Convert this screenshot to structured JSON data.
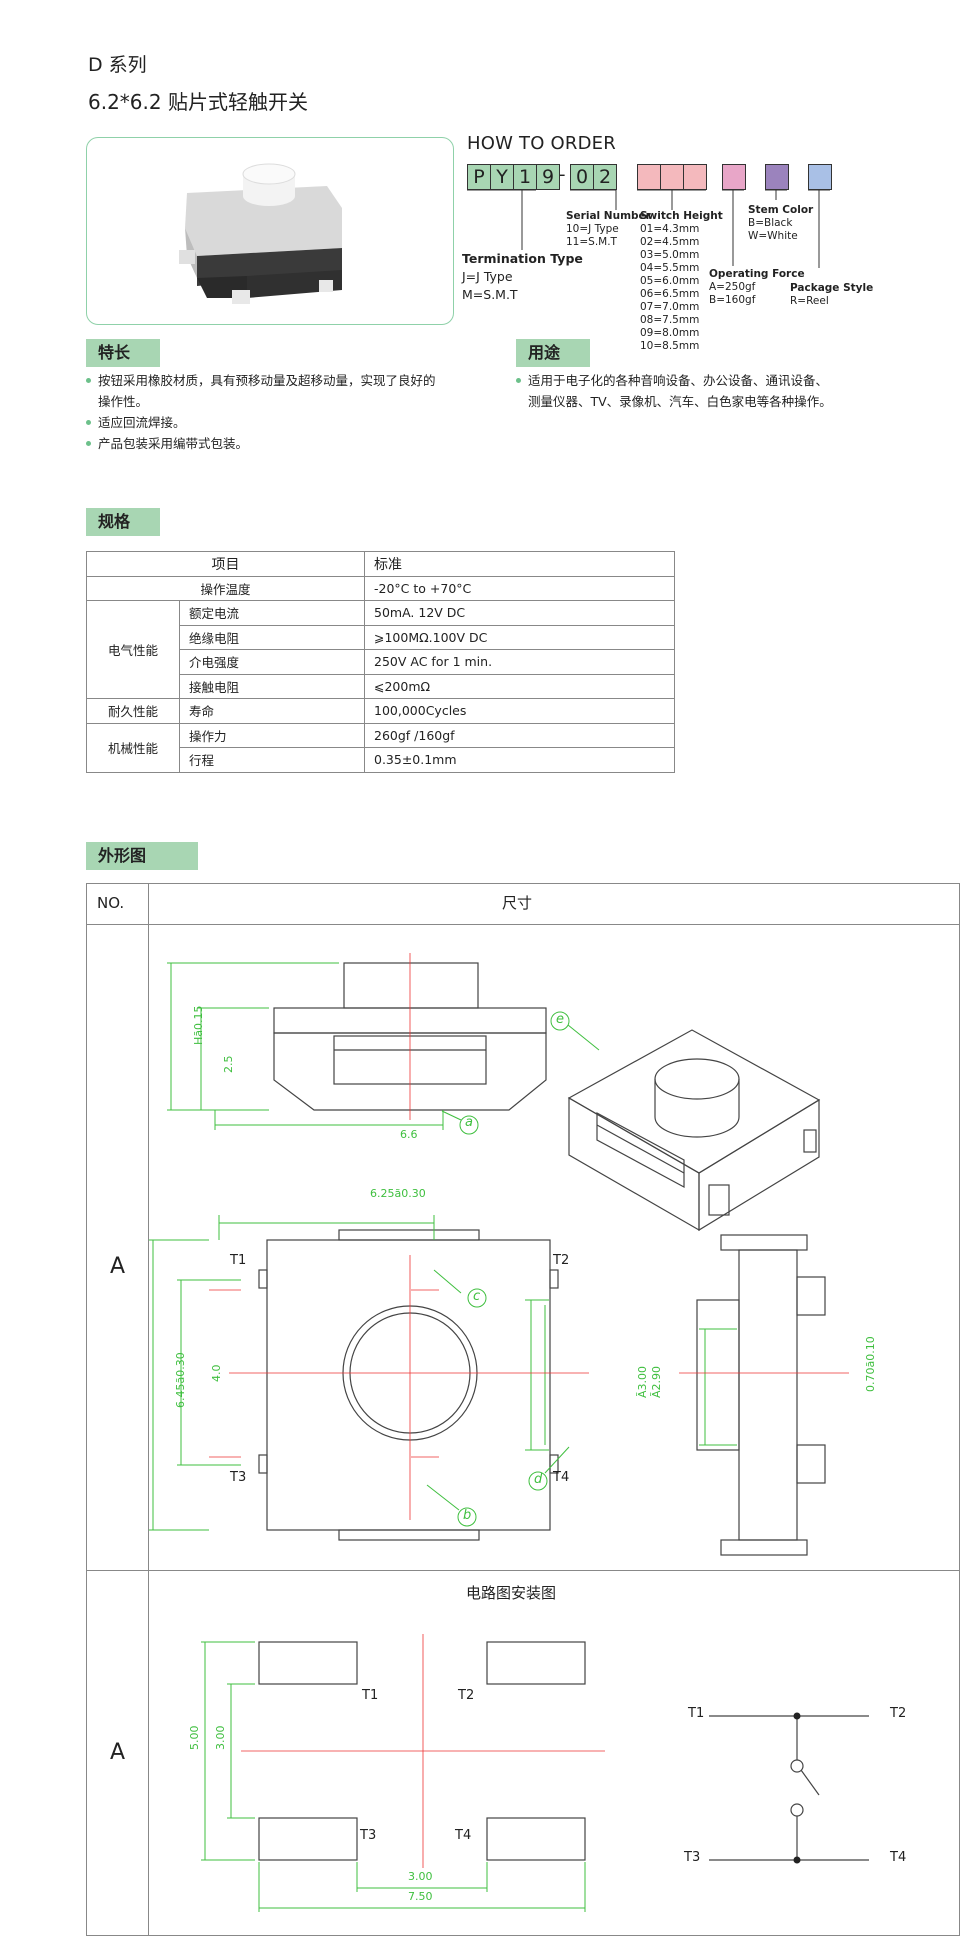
{
  "header": {
    "series": "D 系列",
    "title": "6.2*6.2 贴片式轻触开关"
  },
  "order": {
    "heading": "HOW TO ORDER",
    "code_letters": [
      "P",
      "Y",
      "1",
      "9",
      "0",
      "2"
    ],
    "dash": "-",
    "serial": {
      "title": "Serial Number",
      "lines": [
        "10=J Type",
        "11=S.M.T"
      ]
    },
    "height": {
      "title": "Switch Height",
      "lines": [
        "01=4.3mm",
        "02=4.5mm",
        "03=5.0mm",
        "04=5.5mm",
        "05=6.0mm",
        "06=6.5mm",
        "07=7.0mm",
        "08=7.5mm",
        "09=8.0mm",
        "10=8.5mm"
      ]
    },
    "stem": {
      "title": "Stem Color",
      "lines": [
        "B=Black",
        "W=White"
      ]
    },
    "force": {
      "title": "Operating Force",
      "lines": [
        "A=250gf",
        "B=160gf"
      ]
    },
    "package": {
      "title": "Package Style",
      "lines": [
        "R=Reel"
      ]
    },
    "termination": {
      "title": "Termination Type",
      "lines": [
        "J=J Type",
        "M=S.M.T"
      ]
    },
    "colors": {
      "green": "#a8d6b3",
      "pink": "#f4b9bd",
      "magenta": "#e8a6c8",
      "purple": "#9b83bd",
      "blue": "#a9c0e6"
    }
  },
  "features": {
    "heading": "特长",
    "items": [
      "按钮采用橡胶材质，具有预移动量及超移动量，实现了良好的",
      "操作性。",
      "适应回流焊接。",
      "产品包装采用编带式包装。"
    ]
  },
  "uses": {
    "heading": "用途",
    "items": [
      "适用于电子化的各种音响设备、办公设备、通讯设备、",
      "测量仪器、TV、录像机、汽车、白色家电等各种操作。"
    ]
  },
  "spec": {
    "heading": "规格",
    "col_item": "项目",
    "col_std": "标准",
    "rows": {
      "temp": {
        "a": "操作温度",
        "v": "-20°C to +70°C"
      },
      "elec": "电气性能",
      "cur": {
        "b": "额定电流",
        "v": "50mA. 12V DC"
      },
      "ins": {
        "b": "绝缘电阻",
        "v": "⩾100MΩ.100V DC"
      },
      "diel": {
        "b": "介电强度",
        "v": "250V AC for 1 min."
      },
      "cont": {
        "b": "接触电阻",
        "v": "⩽200mΩ"
      },
      "dur": "耐久性能",
      "life": {
        "b": "寿命",
        "v": "100,000Cycles"
      },
      "mech": "机械性能",
      "force": {
        "b": "操作力",
        "v": "260gf /160gf"
      },
      "travel": {
        "b": "行程",
        "v": "0.35±0.1mm"
      }
    }
  },
  "outline": {
    "heading": "外形图",
    "col_no": "NO.",
    "col_dim": "尺寸",
    "row_a": "A",
    "circuit_title": "电路图安装图",
    "dims": {
      "h": "Hã0.15",
      "h25": "2.5",
      "w66": "6.6",
      "w625": "6.25ã0.30",
      "h645": "6.45ã0.30",
      "h40": "4.0",
      "a300": "Ã3.00",
      "a290": "Ã2.90",
      "v070": "0.70ã0.10",
      "p500": "5.00",
      "p300": "3.00",
      "b300": "3.00",
      "b750": "7.50"
    },
    "callouts": {
      "a": "a",
      "b": "b",
      "c": "c",
      "d": "d",
      "e": "e"
    },
    "terminals": {
      "t1": "T1",
      "t2": "T2",
      "t3": "T3",
      "t4": "T4"
    },
    "line_colors": {
      "dim": "#3fbf3f",
      "center": "#e33"
    }
  }
}
